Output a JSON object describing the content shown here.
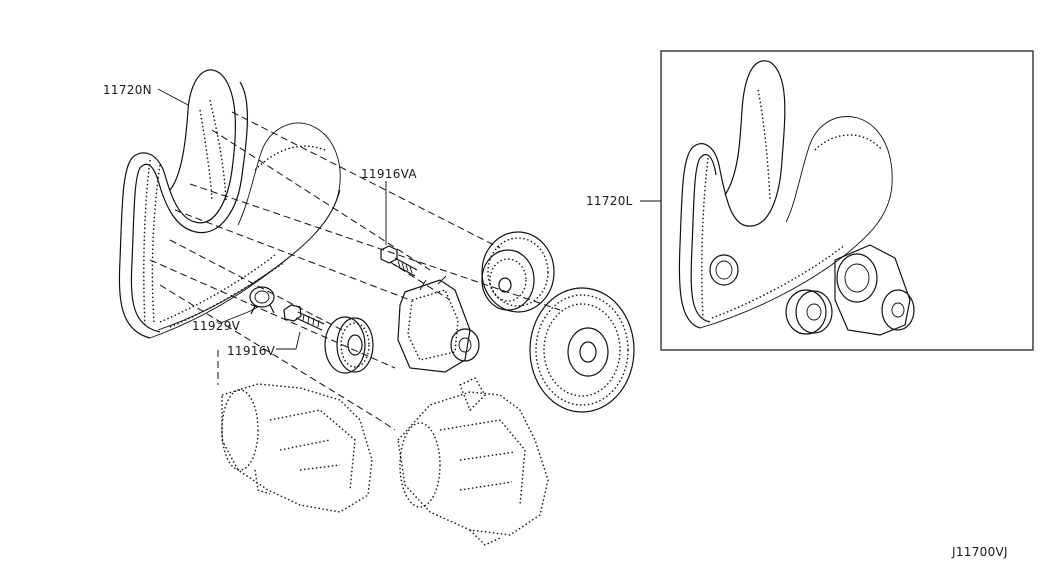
{
  "diagram": {
    "labels": {
      "belt_main": "11720N",
      "bolt_va": "11916VA",
      "clip": "11929V",
      "bolt_v": "11916V",
      "belt_kit": "11720L",
      "ref_code": "J11700VJ"
    }
  }
}
